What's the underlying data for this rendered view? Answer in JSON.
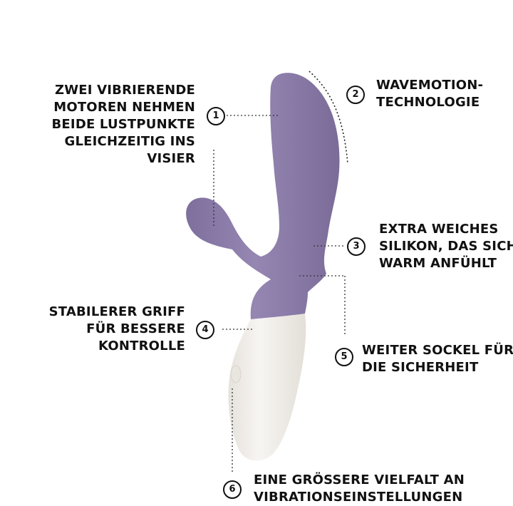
{
  "colors": {
    "body": "#8f81ad",
    "handle": "#f2f0ec",
    "text": "#111111"
  },
  "callouts": [
    {
      "number": "1",
      "lines": [
        "ZWEI VIBRIERENDE",
        "MOTOREN NEHMEN",
        "BEIDE LUSTPUNKTE",
        "GLEICHZEITIG INS",
        "VISIER"
      ]
    },
    {
      "number": "2",
      "lines": [
        "WAVEMOTION-",
        "TECHNOLOGIE"
      ]
    },
    {
      "number": "3",
      "lines": [
        "EXTRA WEICHES",
        "SILIKON, DAS SICH",
        "WARM ANFÜHLT"
      ]
    },
    {
      "number": "4",
      "lines": [
        "STABILERER GRIFF",
        "FÜR BESSERE",
        "KONTROLLE"
      ]
    },
    {
      "number": "5",
      "lines": [
        "WEITER SOCKEL FÜR",
        "DIE SICHERHEIT"
      ]
    },
    {
      "number": "6",
      "lines": [
        "EINE GRÖSSERE VIELFALT AN",
        "VIBRATIONSEINSTELLUNGEN"
      ]
    }
  ]
}
